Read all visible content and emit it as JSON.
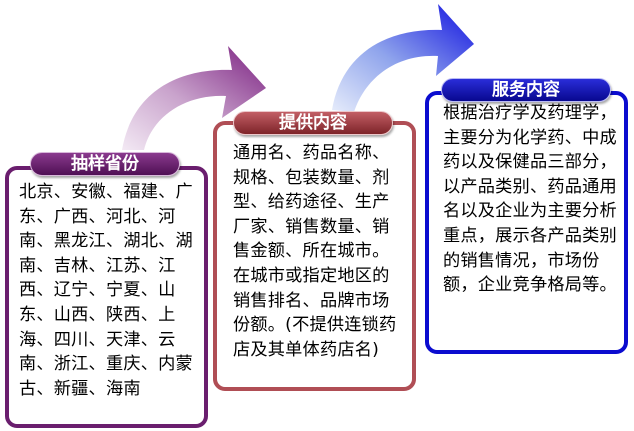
{
  "sampling": {
    "title": "抽样省份",
    "body": "北京、安徽、福建、广东、广西、河北、河南、黑龙江、湖北、湖南、吉林、江苏、江西、辽宁、宁夏、山东、山西、陕西、上海、四川、天津、云南、浙江、重庆、内蒙古、新疆、海南"
  },
  "provided": {
    "title": "提供内容",
    "body": "通用名、药品名称、规格、包装数量、剂型、给药途径、生产厂家、销售数量、销售金额、所在城市。在城市或指定地区的销售排名、品牌市场份额。(不提供连锁药店及其单体药店名)"
  },
  "service": {
    "title": "服务内容",
    "body": "根据治疗学及药理学，主要分为化学药、中成药以及保健品三部分，以产品类别、药品通用名以及企业为主要分析重点，展示各产品类别的销售情况，市场份额，企业竞争格局等。"
  },
  "colors": {
    "purple": "#6a1e6e",
    "maroon": "#b04e55",
    "blue": "#0b0ccf"
  }
}
